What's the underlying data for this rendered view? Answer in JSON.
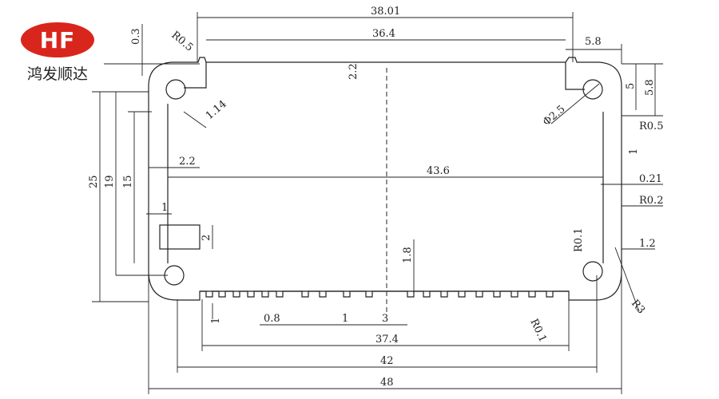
{
  "logo": {
    "mark": "HF",
    "company": "鸿发顺达",
    "color": "#d9261c"
  },
  "dimensions": {
    "top_outer_width": "38.01",
    "top_inner_width": "36.4",
    "top_step": "0.3",
    "top_left_radius": "R0.5",
    "right_slot_width": "5.8",
    "top_wall": "2.2",
    "boss_wall": "1.14",
    "hole_diameter": "Φ2.5",
    "right_boss_height": "5",
    "right_corner_height": "5.8",
    "rib_radius": "R0.5",
    "rib_pitch": "1",
    "rib_depth": "0.21",
    "rib_root_radius": "R0.2",
    "overall_height": "25",
    "inner_height": "19",
    "slot_height": "15",
    "left_wall": "2.2",
    "inner_width": "43.6",
    "slot_gap": "1",
    "slot_depth": "2",
    "fin_height_center": "1.8",
    "boss_radius": "R0.1",
    "right_wall": "1.2",
    "corner_radius": "R3",
    "fin_height": "1",
    "fin_width": "0.8",
    "fin_gap": "1",
    "center_gap": "3",
    "fin_radius": "R0.1",
    "fin_span": "37.4",
    "base_width": "42",
    "overall_width": "48"
  }
}
